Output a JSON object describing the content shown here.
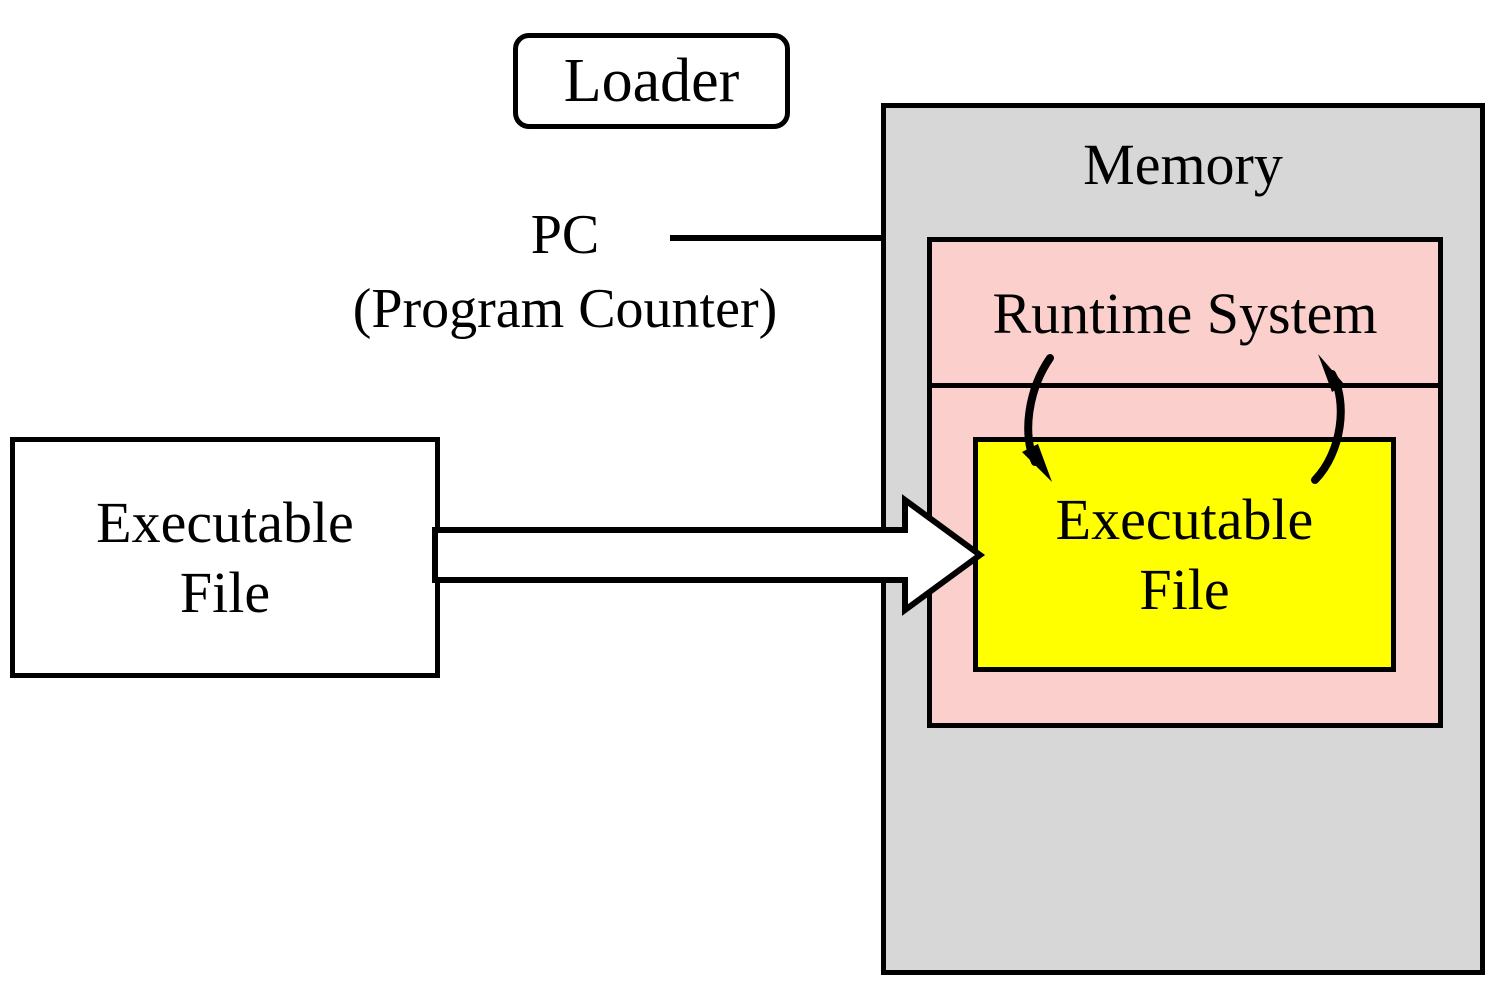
{
  "diagram": {
    "title": "Loader / Memory layout diagram",
    "loader": {
      "label": "Loader"
    },
    "pc": {
      "line1": "PC",
      "line2": "(Program Counter)",
      "arrow_name": "pc-points-to-memory-arrow"
    },
    "memory": {
      "label": "Memory",
      "fill": "#d7d7d7",
      "runtime": {
        "label": "Runtime System",
        "fill": "#fbcfcb"
      },
      "executable_in_memory": {
        "line1": "Executable",
        "line2": "File",
        "fill": "#ffff00"
      }
    },
    "executable_file": {
      "line1": "Executable",
      "line2": "File",
      "fill": "#ffffff"
    },
    "arrows": {
      "load_arrow_name": "executable-file-loaded-into-memory-arrow",
      "call_down_name": "runtime-to-executable-arrow",
      "return_up_name": "executable-to-runtime-arrow"
    },
    "colors": {
      "memory_gray": "#d7d7d7",
      "runtime_pink": "#fbcfcb",
      "executable_yellow": "#ffff00",
      "outline_black": "#000000",
      "background_white": "#ffffff"
    }
  }
}
